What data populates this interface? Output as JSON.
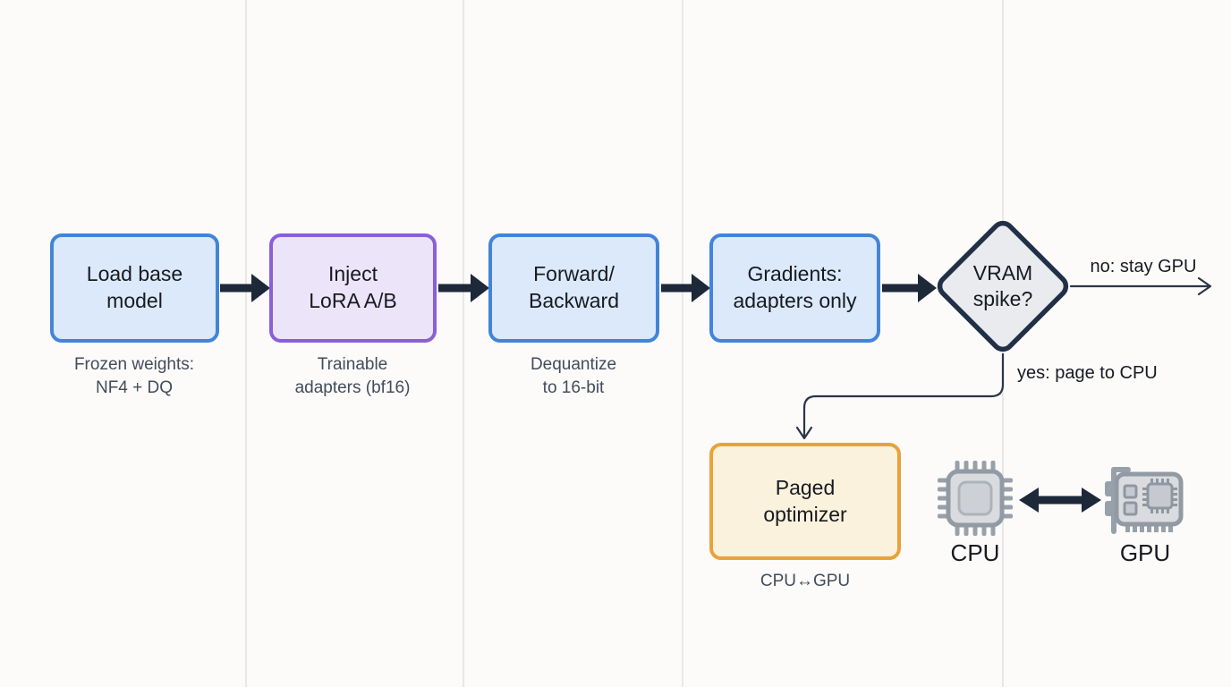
{
  "diagram": {
    "nodes": {
      "load": {
        "title": "Load base\nmodel",
        "caption": "Frozen weights:\nNF4 + DQ"
      },
      "inject": {
        "title": "Inject\nLoRA A/B",
        "caption": "Trainable\nadapters (bf16)"
      },
      "forward": {
        "title": "Forward/\nBackward",
        "caption": "Dequantize\nto 16-bit"
      },
      "gradients": {
        "title": "Gradients:\nadapters only"
      },
      "decision": {
        "title": "VRAM\nspike?"
      },
      "optimizer": {
        "title": "Paged\noptimizer",
        "caption": "CPU↔GPU"
      }
    },
    "edges": {
      "no_label": "no: stay GPU",
      "yes_label": "yes: page to CPU"
    },
    "hardware": {
      "cpu_label": "CPU",
      "gpu_label": "GPU",
      "cpu_icon": "cpu-chip-icon",
      "gpu_icon": "gpu-card-icon",
      "transfer_icon": "double-headed-arrow-icon"
    }
  },
  "colors": {
    "bg": "#fcfbfa",
    "divider": "#e8e8e8",
    "blue-border": "#4285d8",
    "blue-fill": "#dbe9fb",
    "purple-border": "#8a5fd8",
    "purple-fill": "#ece5fa",
    "orange-border": "#e9a23b",
    "orange-fill": "#faf2dc",
    "diamond-border": "#223047",
    "diamond-fill": "#e9ebee",
    "arrow-dark": "#1d2839",
    "line-dark": "#2a3547",
    "ink": "#171a20",
    "sub-ink": "#424c5b",
    "icon-gray": "#98a0aa",
    "icon-border": "#929aa4",
    "icon-fill": "#d9dbdf",
    "icon-inner": "#cdd0d5"
  }
}
